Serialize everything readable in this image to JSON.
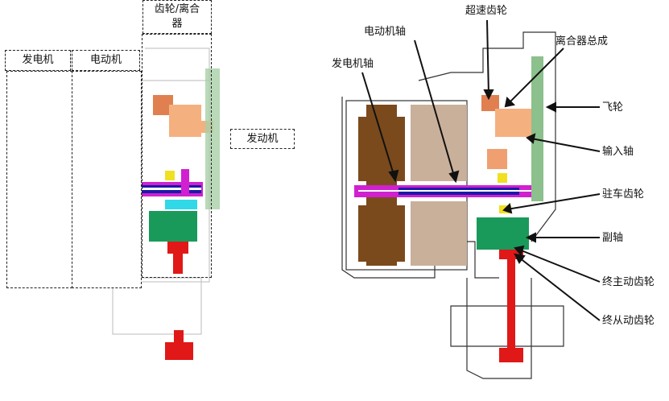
{
  "left_diagram": {
    "labels": {
      "generator": "发电机",
      "motor": "电动机",
      "gear_clutch": "齿轮/离合器",
      "engine": "发动机"
    }
  },
  "right_diagram": {
    "labels": {
      "overdrive_gear": "超速齿轮",
      "motor_shaft": "电动机轴",
      "clutch_assembly": "离合器总成",
      "generator_shaft": "发电机轴",
      "flywheel": "飞轮",
      "input_shaft": "输入轴",
      "parking_gear": "驻车齿轮",
      "countershaft": "副轴",
      "final_drive_gear": "终主动齿轮",
      "final_driven_gear": "终从动齿轮"
    }
  },
  "colors": {
    "generator": "#7a4a1c",
    "motor": "#c9b09a",
    "gear": "#f0a070",
    "shaft_blue": "#1a1aa8",
    "shaft_magenta": "#d020d0",
    "counter": "#1a9a5a",
    "final": "#e01818",
    "flywheel": "#8cc08c",
    "parking": "#f0e020",
    "cyan": "#30d8e8"
  }
}
